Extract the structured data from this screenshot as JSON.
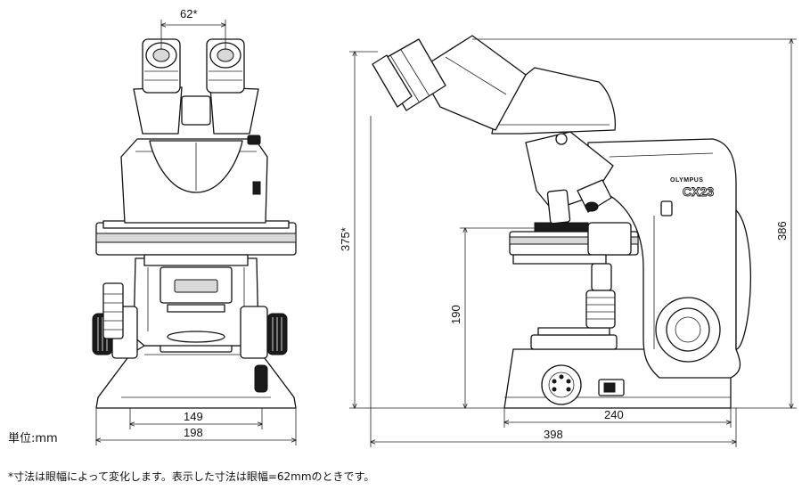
{
  "front_view": {
    "dim_eyepiece_distance": "62*",
    "dim_base_inner_width": "149",
    "dim_overall_width": "198"
  },
  "side_view": {
    "brand": "OLYMPUS",
    "model": "CX23",
    "dim_total_height_variable": "375*",
    "dim_total_height": "386",
    "dim_stage_height": "190",
    "dim_base_depth": "240",
    "dim_overall_depth": "398"
  },
  "unit_label": "単位:mm",
  "footnote": "*寸法は眼幅によって変化します。表示した寸法は眼幅=62mmのときです。"
}
